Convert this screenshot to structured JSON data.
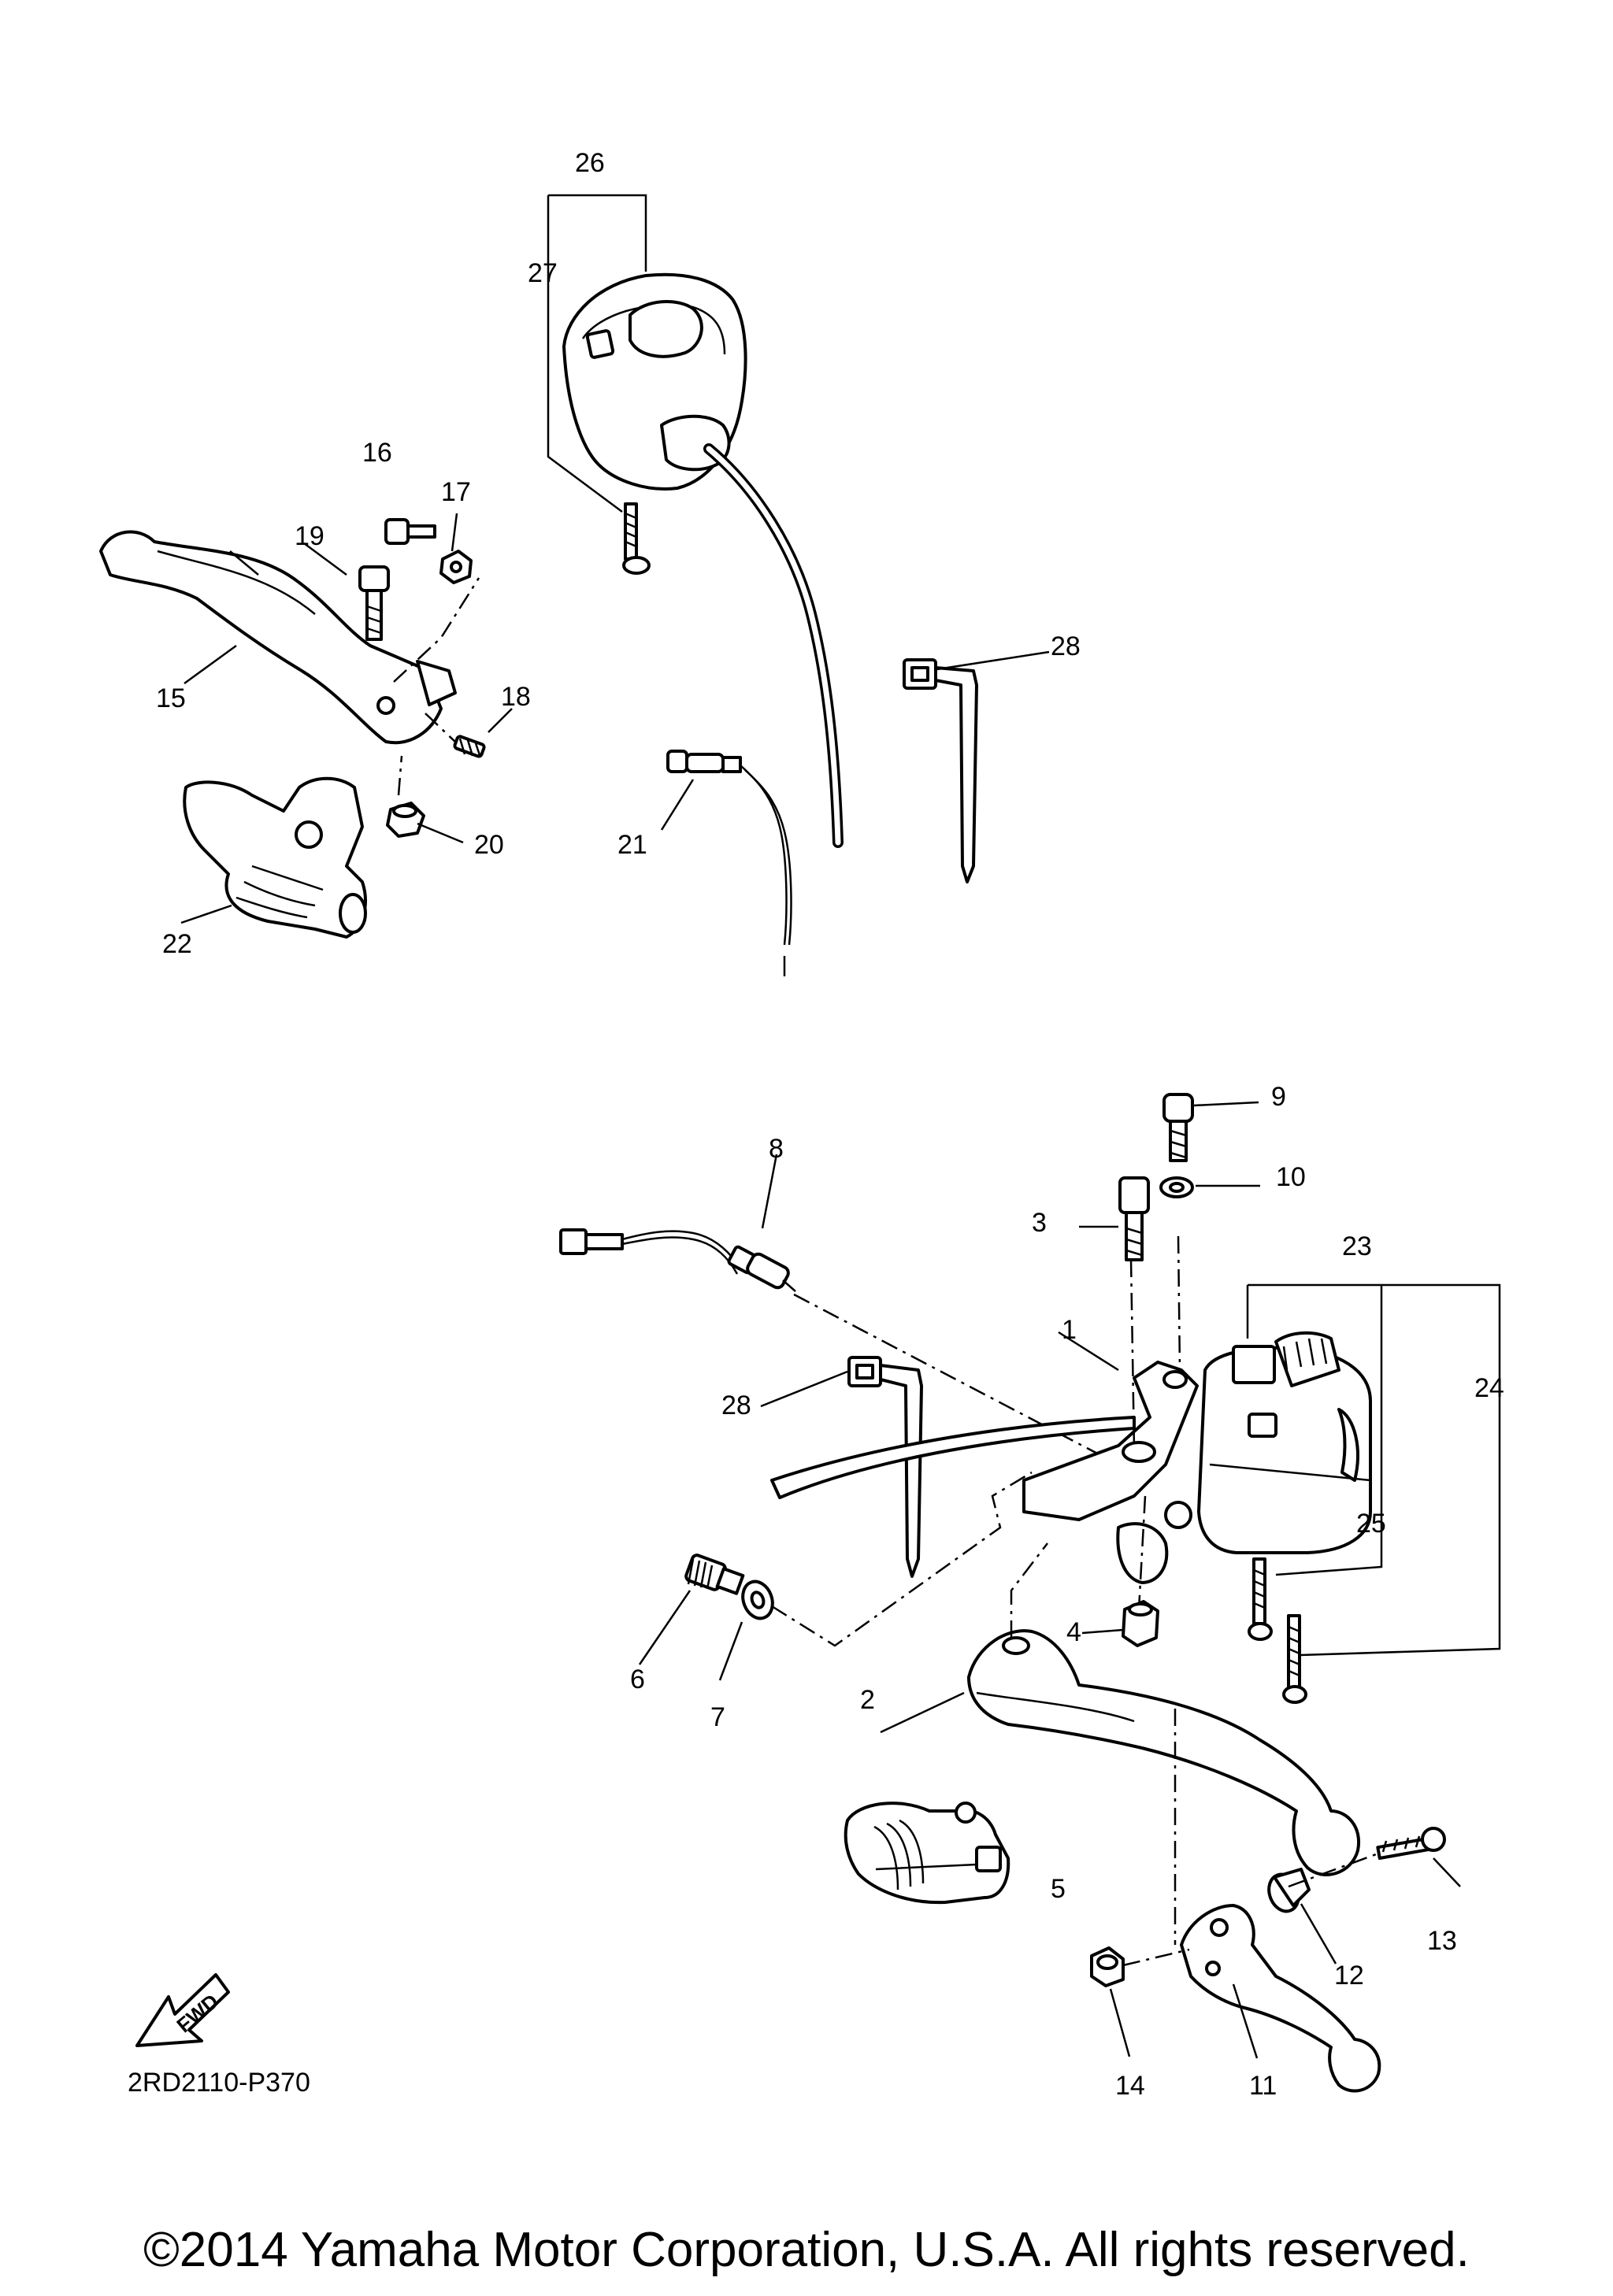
{
  "diagram": {
    "code": "2RD2110-P370",
    "copyright": "©2014 Yamaha Motor Corporation, U.S.A. All rights reserved.",
    "fwd_label": "FWD",
    "callouts": [
      "1",
      "2",
      "3",
      "4",
      "5",
      "6",
      "7",
      "8",
      "9",
      "10",
      "11",
      "12",
      "13",
      "14",
      "15",
      "16",
      "17",
      "18",
      "19",
      "20",
      "21",
      "22",
      "23",
      "24",
      "25",
      "26",
      "27",
      "28",
      "28"
    ]
  }
}
